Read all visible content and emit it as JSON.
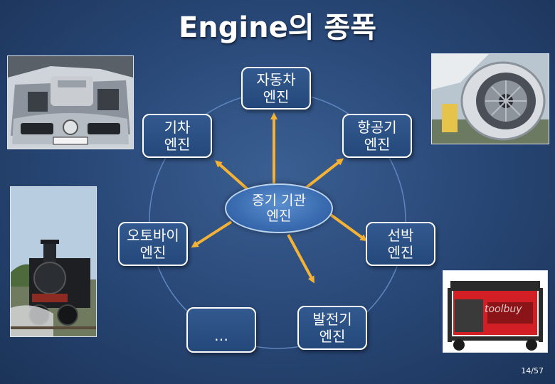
{
  "title": "Engine의 종폭",
  "center_node": "증기 기관\n엔진",
  "nodes": {
    "car": "자동차\n엔진",
    "train": "기차\n엔진",
    "aircraft": "항공기\n엔진",
    "motorcycle": "오토바이\n엔진",
    "ship": "선박\n엔진",
    "etc": "…",
    "generator": "발전기\n엔진"
  },
  "photo_icons": {
    "car": "car-engine-photo",
    "jet": "jet-engine-photo",
    "locomotive": "steam-locomotive-photo",
    "generator": "generator-photo"
  },
  "generator_watermark": "toolbuy",
  "page_number": "14/57",
  "colors": {
    "background": "#2a4a7a",
    "arrow": "#f5b335",
    "center": "#3a6bb0",
    "box_border": "#ffffff"
  }
}
